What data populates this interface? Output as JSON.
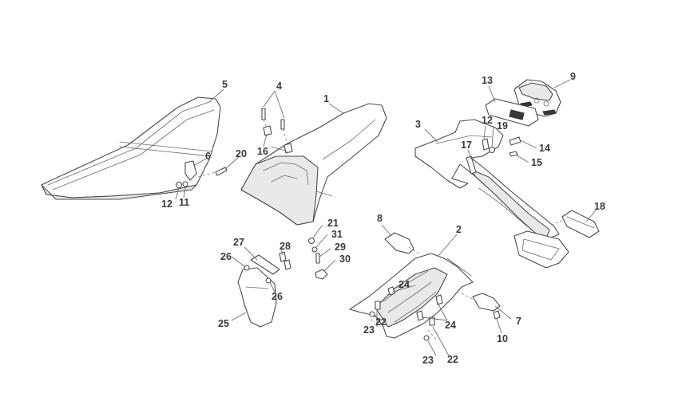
{
  "diagram": {
    "callouts": {
      "c1": "1",
      "c2": "2",
      "c3": "3",
      "c4": "4",
      "c5": "5",
      "c6": "6",
      "c7": "7",
      "c8": "8",
      "c9": "9",
      "c10": "10",
      "c11": "11",
      "c12a": "12",
      "c12b": "12",
      "c13": "13",
      "c14": "14",
      "c15": "15",
      "c16": "16",
      "c17": "17",
      "c18": "18",
      "c19": "19",
      "c20": "20",
      "c21": "21",
      "c22a": "22",
      "c22b": "22",
      "c23a": "23",
      "c23b": "23",
      "c24a": "24",
      "c24b": "24",
      "c25": "25",
      "c26a": "26",
      "c26b": "26",
      "c27": "27",
      "c28": "28",
      "c29": "29",
      "c30": "30",
      "c31": "31"
    }
  }
}
